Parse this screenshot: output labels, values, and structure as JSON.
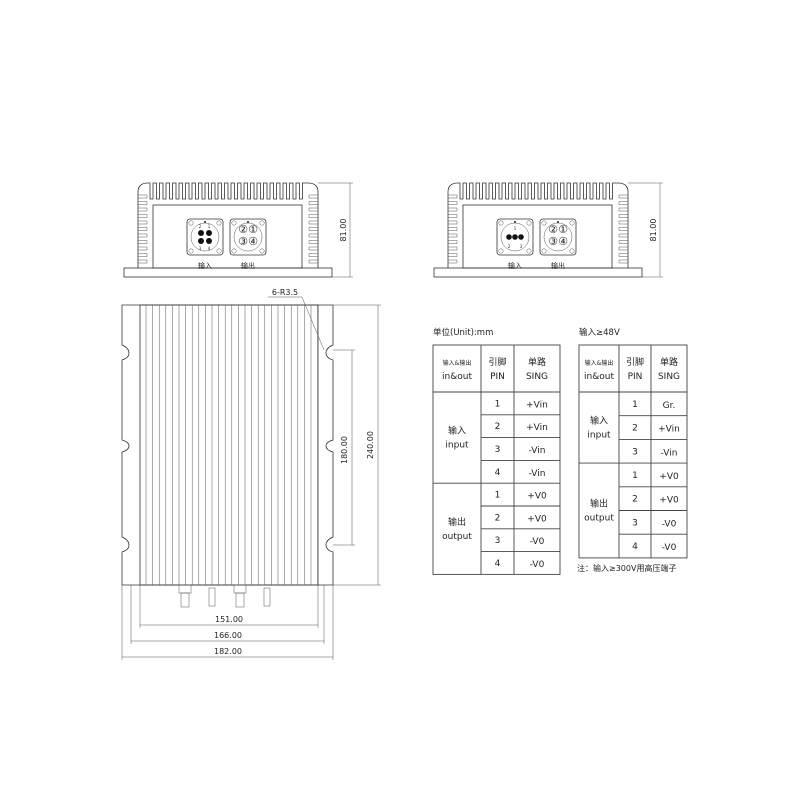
{
  "front_views": [
    {
      "height_dim": "81.00",
      "input_label": "输入",
      "output_label": "输出",
      "input_pins": [
        "2",
        "1",
        "3",
        "4"
      ],
      "output_pins": [
        "②",
        "①",
        "③",
        "④"
      ]
    },
    {
      "height_dim": "81.00",
      "input_label": "输入",
      "output_label": "输出",
      "input_pins": [
        "1",
        "2",
        "3"
      ],
      "output_pins": [
        "②",
        "①",
        "③",
        "④"
      ]
    }
  ],
  "top_view": {
    "hole_label": "6-R3.5",
    "dims": {
      "inner_height": "180.00",
      "outer_height": "240.00",
      "width_1": "151.00",
      "width_2": "166.00",
      "width_3": "182.00"
    }
  },
  "table1": {
    "caption": "单位(Unit):mm",
    "headers": [
      [
        "输入&输出",
        "in&out"
      ],
      [
        "引脚",
        "PIN"
      ],
      [
        "单路",
        "SING"
      ]
    ],
    "groups": [
      {
        "cn": "输入",
        "en": "input",
        "rows": [
          [
            "1",
            "+Vin"
          ],
          [
            "2",
            "+Vin"
          ],
          [
            "3",
            "-Vin"
          ],
          [
            "4",
            "-Vin"
          ]
        ]
      },
      {
        "cn": "输出",
        "en": "output",
        "rows": [
          [
            "1",
            "+V0"
          ],
          [
            "2",
            "+V0"
          ],
          [
            "3",
            "-V0"
          ],
          [
            "4",
            "-V0"
          ]
        ]
      }
    ]
  },
  "table2": {
    "caption": "输入≥48V",
    "headers": [
      [
        "输入&输出",
        "in&out"
      ],
      [
        "引脚",
        "PIN"
      ],
      [
        "单路",
        "SING"
      ]
    ],
    "groups": [
      {
        "cn": "输入",
        "en": "input",
        "rows": [
          [
            "1",
            "Gr."
          ],
          [
            "2",
            "+Vin"
          ],
          [
            "3",
            "-Vin"
          ]
        ]
      },
      {
        "cn": "输出",
        "en": "output",
        "rows": [
          [
            "1",
            "+V0"
          ],
          [
            "2",
            "+V0"
          ],
          [
            "3",
            "-V0"
          ],
          [
            "4",
            "-V0"
          ]
        ]
      }
    ],
    "note": "注：输入≥300V用高压端子"
  }
}
